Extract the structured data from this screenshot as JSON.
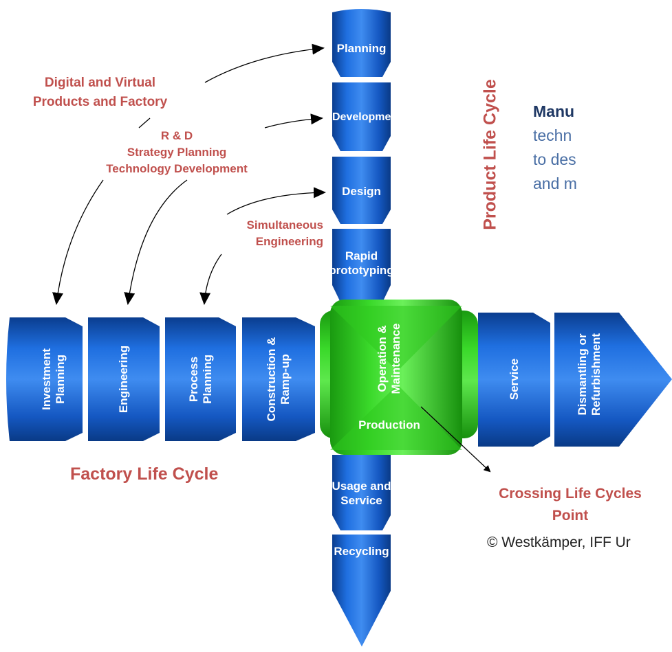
{
  "product_cycle": {
    "title": "Product Life Cycle",
    "segments": [
      "Planning",
      "Development",
      "Design",
      "Rapid\nprototyping"
    ],
    "lower_segments": [
      "Usage and\nService",
      "Recycling"
    ]
  },
  "factory_cycle": {
    "title": "Factory Life Cycle",
    "segments": [
      "Investment\nPlanning",
      "Engineering",
      "Process\nPlanning",
      "Construction &\nRamp-up"
    ],
    "right_segments": [
      "Service",
      "Dismantling or\nRefurbishment"
    ]
  },
  "crossing": {
    "vertical_label": "Operation &\nMaintenance",
    "horizontal_label": "Production",
    "caption": "Crossing Life Cycles\nPoint"
  },
  "annotations": {
    "digital": "Digital and Virtual\nProducts and Factory",
    "rd": "R & D\nStrategy Planning\nTechnology Development",
    "simultaneous": "Simultaneous\nEngineering"
  },
  "manu_text": {
    "title": "Manu",
    "lines": [
      "techn",
      "to des",
      "and m"
    ]
  },
  "copyright": "© Westkämper, IFF Ur",
  "colors": {
    "blue": "#1a5fc4",
    "green": "#2ecc1f",
    "annotation_red": "#c0504d",
    "navy": "#1f3864"
  }
}
